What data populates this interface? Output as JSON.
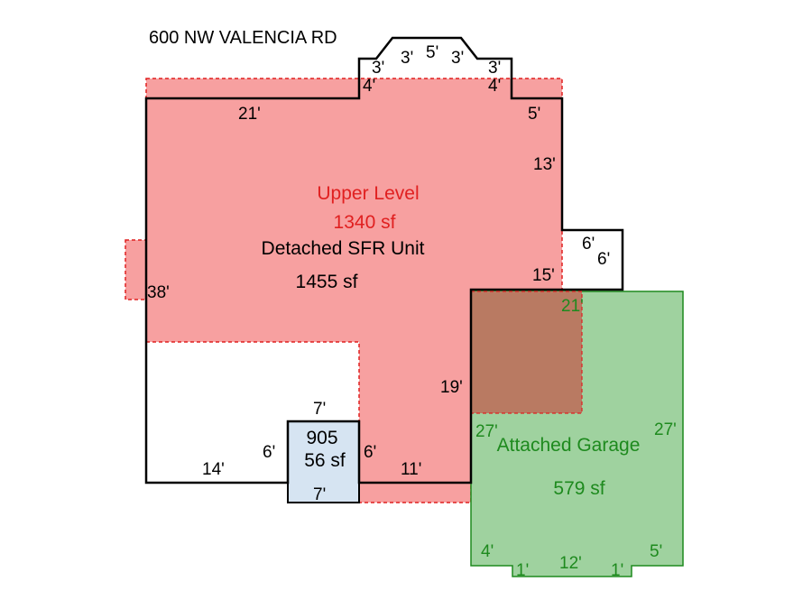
{
  "address": "600 NW VALENCIA RD",
  "colors": {
    "upper_fill": "#f7a0a0",
    "upper_line": "#e02020",
    "garage_fill": "#9fd29f",
    "garage_line": "#1e8a1e",
    "overlap_fill": "#b97a62",
    "room_fill": "#d6e4f2",
    "outline": "#000000"
  },
  "areas": {
    "upper_level": {
      "label": "Upper Level",
      "area": "1340 sf"
    },
    "main_unit": {
      "label": "Detached SFR Unit",
      "area": "1455 sf"
    },
    "small_room": {
      "label": "905",
      "area": "56 sf"
    },
    "garage": {
      "label": "Attached Garage",
      "area": "579 sf"
    }
  },
  "dimensions": {
    "bay_left_side": "3'",
    "bay_left_diag": "3'",
    "bay_top": "5'",
    "bay_right_diag": "3'",
    "bay_right_side": "3'",
    "bay_left_offset": "4'",
    "bay_right_offset": "4'",
    "top_left": "21'",
    "top_right": "5'",
    "right_upper": "13'",
    "bump_top": "6'",
    "bump_side": "6'",
    "right_mid": "15'",
    "left_side": "38'",
    "notch_inner": "19'",
    "room_top": "7'",
    "room_left": "6'",
    "room_right": "6'",
    "room_bottom": "7'",
    "bottom_left": "14'",
    "bottom_mid": "11'",
    "garage_top": "21'",
    "garage_left": "27'",
    "garage_right": "27'",
    "garage_bottom_left": "4'",
    "garage_step_left": "1'",
    "garage_bottom": "12'",
    "garage_step_right": "1'",
    "garage_bottom_right": "5'"
  }
}
